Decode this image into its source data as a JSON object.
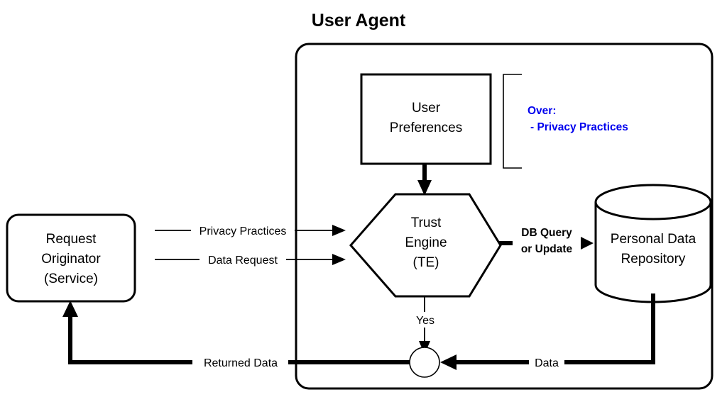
{
  "diagram": {
    "title": "User Agent",
    "nodes": {
      "user_preferences": {
        "line1": "User",
        "line2": "Preferences"
      },
      "trust_engine": {
        "line1": "Trust",
        "line2": "Engine",
        "line3": "(TE)"
      },
      "request_originator": {
        "line1": "Request",
        "line2": "Originator",
        "line3": "(Service)"
      },
      "personal_data_repository": {
        "line1": "Personal Data",
        "line2": "Repository"
      },
      "junction": {
        "label": ""
      }
    },
    "annotation": {
      "line1": "Over:",
      "line2": "- Privacy Practices",
      "color": "#0000ee"
    },
    "edges": {
      "privacy_practices": "Privacy Practices",
      "data_request": "Data Request",
      "db_query_line1": "DB Query",
      "db_query_line2": "or Update",
      "yes": "Yes",
      "returned_data": "Returned Data",
      "data": "Data"
    },
    "colors": {
      "stroke": "#000000",
      "fill": "#ffffff",
      "note": "#0000ee"
    }
  }
}
